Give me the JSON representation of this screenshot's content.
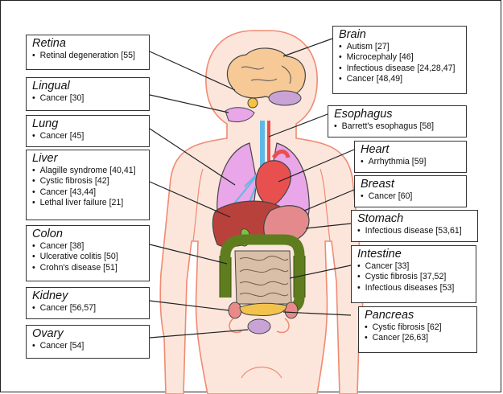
{
  "organs": [
    {
      "key": "retina",
      "title": "Retina",
      "items": [
        "Retinal degeneration [55]"
      ]
    },
    {
      "key": "lingual",
      "title": "Lingual",
      "items": [
        "Cancer [30]"
      ]
    },
    {
      "key": "lung",
      "title": "Lung",
      "items": [
        "Cancer [45]"
      ]
    },
    {
      "key": "liver",
      "title": "Liver",
      "items": [
        "Alagille syndrome [40,41]",
        "Cystic fibrosis [42]",
        "Cancer [43,44]",
        "Lethal liver failure [21]"
      ]
    },
    {
      "key": "colon",
      "title": "Colon",
      "items": [
        "Cancer [38]",
        "Ulcerative colitis [50]",
        "Crohn's disease [51]"
      ]
    },
    {
      "key": "kidney",
      "title": "Kidney",
      "items": [
        "Cancer [56,57]"
      ]
    },
    {
      "key": "ovary",
      "title": "Ovary",
      "items": [
        "Cancer [54]"
      ]
    },
    {
      "key": "brain",
      "title": "Brain",
      "items": [
        "Autism [27]",
        "Microcephaly [46]",
        "Infectious disease [24,28,47]",
        "Cancer [48,49]"
      ]
    },
    {
      "key": "esophagus",
      "title": "Esophagus",
      "items": [
        "Barrett's esophagus [58]"
      ]
    },
    {
      "key": "heart",
      "title": "Heart",
      "items": [
        "Arrhythmia [59]"
      ]
    },
    {
      "key": "breast",
      "title": "Breast",
      "items": [
        "Cancer [60]"
      ]
    },
    {
      "key": "stomach",
      "title": "Stomach",
      "items": [
        "Infectious disease [53,61]"
      ]
    },
    {
      "key": "intestine",
      "title": "Intestine",
      "items": [
        "Cancer [33]",
        "Cystic fibrosis [37,52]",
        "Infectious diseases [53]"
      ]
    },
    {
      "key": "pancreas",
      "title": "Pancreas",
      "items": [
        "Cystic fibrosis [62]",
        "Cancer [26,63]"
      ]
    }
  ],
  "colors": {
    "body_fill": "#fce6dc",
    "body_outline": "#f08a72",
    "brain": "#f6c997",
    "lung": "#e9a6e8",
    "liver": "#b8423b",
    "gallbladder": "#7ac143",
    "stomach": "#e48a8c",
    "intestine": "#d9bfa8",
    "colon": "#5f7d1f",
    "kidney": "#e98a8a",
    "pancreas": "#f3c24d",
    "vessel_red": "#e85050",
    "vessel_blue": "#5fb8e6"
  }
}
